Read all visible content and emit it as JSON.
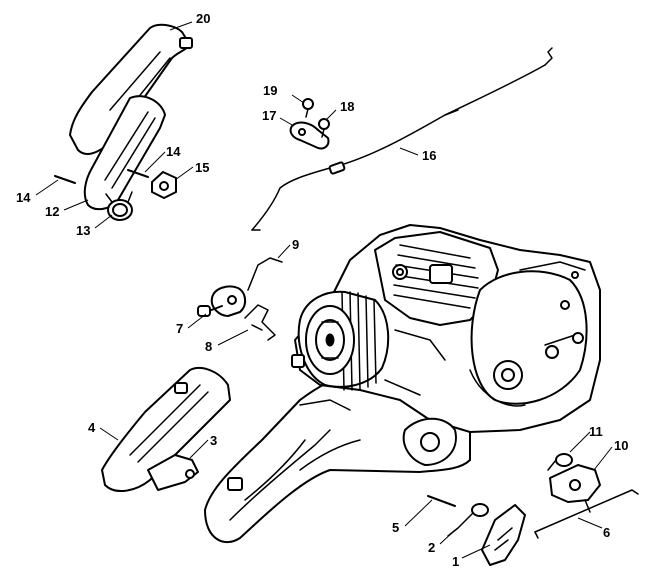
{
  "callouts": {
    "c1": "1",
    "c2": "2",
    "c3": "3",
    "c4": "4",
    "c5": "5",
    "c6": "6",
    "c7": "7",
    "c8": "8",
    "c9": "9",
    "c10": "10",
    "c11": "11",
    "c12": "12",
    "c13": "13",
    "c14a": "14",
    "c14b": "14",
    "c15": "15",
    "c16": "16",
    "c17": "17",
    "c18": "18",
    "c19": "19",
    "c20": "20"
  }
}
